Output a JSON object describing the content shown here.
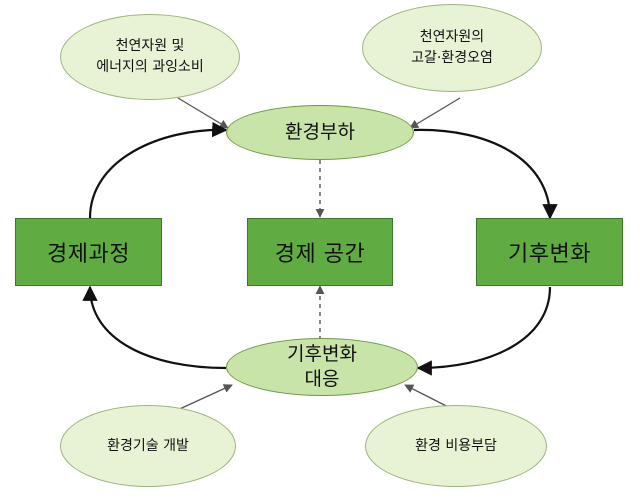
{
  "top_left_ellipse": {
    "lines": [
      "천연자원 및",
      "에너지의 과잉소비"
    ]
  },
  "top_right_ellipse": {
    "lines": [
      "천연자원의",
      "고갈·환경오염"
    ]
  },
  "center_top_ellipse": {
    "lines": [
      "환경부하"
    ]
  },
  "left_box": {
    "label": "경제과정"
  },
  "center_box": {
    "label": "경제 공간"
  },
  "right_box": {
    "label": "기후변화"
  },
  "center_bottom_ellipse": {
    "lines": [
      "기후변화",
      "대응"
    ]
  },
  "bottom_left_ellipse": {
    "lines": [
      "환경기술 개발"
    ]
  },
  "bottom_right_ellipse": {
    "lines": [
      "환경 비용부담"
    ]
  }
}
